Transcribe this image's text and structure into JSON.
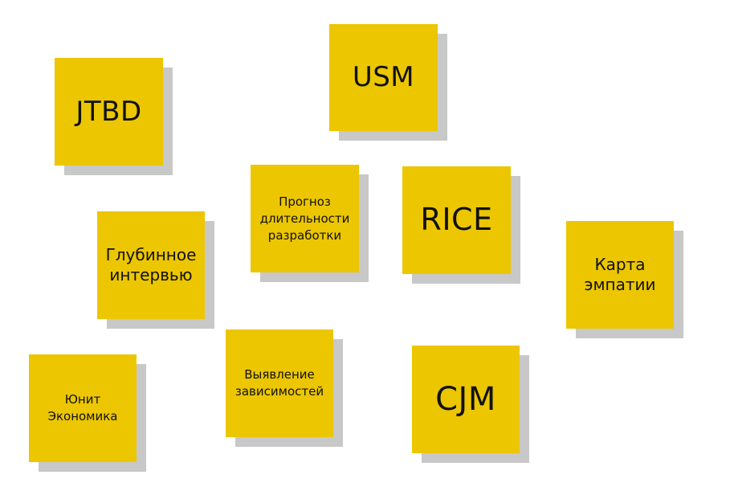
{
  "colors": {
    "note": "#ecc600",
    "shadow": "#c8c8c8",
    "text": "#111111"
  },
  "stickers": [
    {
      "label": "JTBD"
    },
    {
      "label": "USM"
    },
    {
      "label": "Прогноз\nдлительности\nразработки"
    },
    {
      "label": "RICE"
    },
    {
      "label": "Глубинное\nинтервью"
    },
    {
      "label": "Карта\nэмпатии"
    },
    {
      "label": "Выявление\nзависимостей"
    },
    {
      "label": "CJM"
    },
    {
      "label": "Юнит\nЭкономика"
    }
  ]
}
